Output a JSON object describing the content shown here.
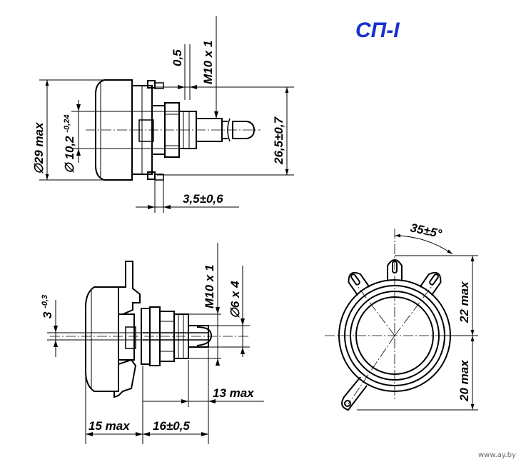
{
  "title": "СП-I",
  "top_view": {
    "dim_thickness": "0,5",
    "dim_thread": "M10 x 1",
    "dim_body_diameter": "∅29 max",
    "dim_bushing_diameter_main": "∅ 10,2",
    "dim_bushing_diameter_tol": "-0,24",
    "dim_length": "26,5±0,7",
    "dim_terminal_offset": "3,5±0,6"
  },
  "side_view": {
    "dim_thread": "M10 x 1",
    "dim_shaft": "∅6 x 4",
    "dim_slot_main": "3",
    "dim_slot_tol": "-0,3",
    "dim_shaft_length": "13 max",
    "dim_body_length": "15 max",
    "dim_bushing_length": "16±0,5"
  },
  "front_view": {
    "dim_angle": "35±5°",
    "dim_upper": "22 max",
    "dim_lower": "20 max"
  },
  "watermark": "www.ay.by"
}
